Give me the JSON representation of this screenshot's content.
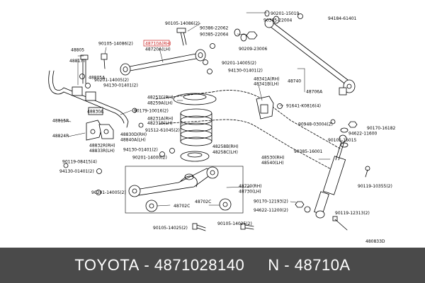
{
  "diagram": {
    "drawing_code": "480833D",
    "highlight_color": "#c81e1e",
    "labels": {
      "p48710a_rh": "48710A(RH)",
      "p48720a_lh": "48720A(LH)",
      "p90105_14086_top": "90105-14086(2)",
      "p90386_22062": "90386-22062",
      "p90385_22064": "90385-22064",
      "p90209_23006": "90209-23006",
      "p90201_15019": "90201-15019",
      "p90385_22004": "90385-22004",
      "p94184_61401": "94184-61401",
      "p48805": "48805",
      "p48817t": "48817T",
      "p90105_14086_left": "90105-14086(2)",
      "p48805a": "48805A",
      "p90201_14005_a": "90201-14005(2)",
      "p94130_01401_a": "94130-01401(2)",
      "p90201_14005_b": "90201-14005(2)",
      "p94130_01401_b": "94130-01401(2)",
      "p48740": "48740",
      "p48706a": "48706A",
      "p48341a_rh": "48341A(RH)",
      "p48341b_lh": "48341B(LH)",
      "p48257c_rh": "48257C(RH)",
      "p48259a_lh": "48259A(LH)",
      "p91641_k0816": "91641-K0816(4)",
      "p48830a": "48830A",
      "p90179_10016": "90179-10016(2)",
      "p48231a_rh": "48231A(RH)",
      "p48231b_lh": "48231B(LH)",
      "p48815r": "48815R",
      "p48830d_rh": "48830D(RH)",
      "p48840a_lh": "48840A(LH)",
      "p91512_61045": "91512-61045(2)",
      "p48824r": "48824R",
      "p48832r_rh": "48832R(RH)",
      "p48833r_lh": "48833R(LH)",
      "p90948_03004": "90948-03004(2)",
      "p94622_11600": "94622-11600",
      "p90170_16182": "90170-16182",
      "p90105_16015": "90105-16015",
      "p94130_01401_c": "94130-01401(2)",
      "p48258b_rh": "48258B(RH)",
      "p48258c_lh": "48258C(LH)",
      "p90201_14000": "90201-14000(2)",
      "p90119_08415": "90119-08415(4)",
      "p94130_01401_d": "94130-01401(2)",
      "p90385_16001": "90385-16001",
      "p48530_rh": "48530(RH)",
      "p48540_lh": "48540(LH)",
      "p48720_rh": "48720(RH)",
      "p48730_lh": "48730(LH)",
      "p90201_14005_c": "90201-14005(2)",
      "p90119_10355": "90119-10355(2)",
      "p48702c_left": "48702C",
      "p48702c_right": "48702C",
      "p90170_12193": "90170-12193(2)",
      "p94622_11200": "94622-11200(2)",
      "p90119_12313": "90119-12313(2)",
      "p90105_14025_left": "90105-14025(2)",
      "p90105_14025_right": "90105-14025(2)"
    }
  },
  "caption": {
    "brand": "TOYOTA",
    "sep1": " - ",
    "part_number": "4871028140",
    "gap": "     ",
    "n_prefix": "N - ",
    "n_number": "48710A"
  }
}
